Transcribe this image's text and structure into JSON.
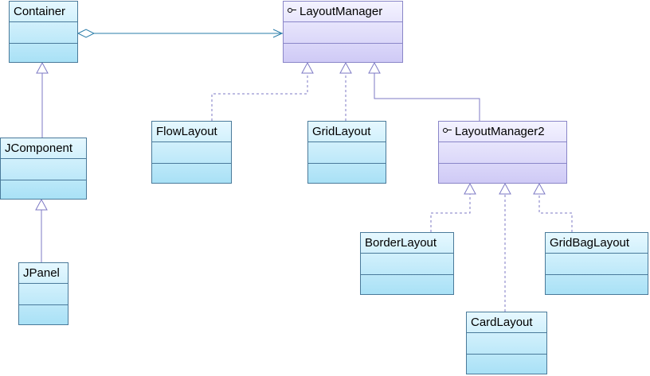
{
  "diagram": {
    "classes": {
      "container": "Container",
      "jcomponent": "JComponent",
      "jpanel": "JPanel",
      "layout_manager": "LayoutManager",
      "flow_layout": "FlowLayout",
      "grid_layout": "GridLayout",
      "layout_manager2": "LayoutManager2",
      "border_layout": "BorderLayout",
      "card_layout": "CardLayout",
      "gridbag_layout": "GridBagLayout"
    },
    "interfaces": [
      "layout_manager",
      "layout_manager2"
    ],
    "relations": [
      {
        "type": "aggregation",
        "from": "container",
        "to": "layout_manager"
      },
      {
        "type": "generalization",
        "from": "jcomponent",
        "to": "container"
      },
      {
        "type": "generalization",
        "from": "jpanel",
        "to": "jcomponent"
      },
      {
        "type": "realization",
        "from": "flow_layout",
        "to": "layout_manager"
      },
      {
        "type": "realization",
        "from": "grid_layout",
        "to": "layout_manager"
      },
      {
        "type": "generalization",
        "from": "layout_manager2",
        "to": "layout_manager"
      },
      {
        "type": "realization",
        "from": "border_layout",
        "to": "layout_manager2"
      },
      {
        "type": "realization",
        "from": "card_layout",
        "to": "layout_manager2"
      },
      {
        "type": "realization",
        "from": "gridbag_layout",
        "to": "layout_manager2"
      }
    ],
    "colors": {
      "class_border": "#4a7a9a",
      "interface_border": "#8a86c8",
      "association_line": "#2a7ca8",
      "inheritance_line": "#7c79c4"
    }
  }
}
